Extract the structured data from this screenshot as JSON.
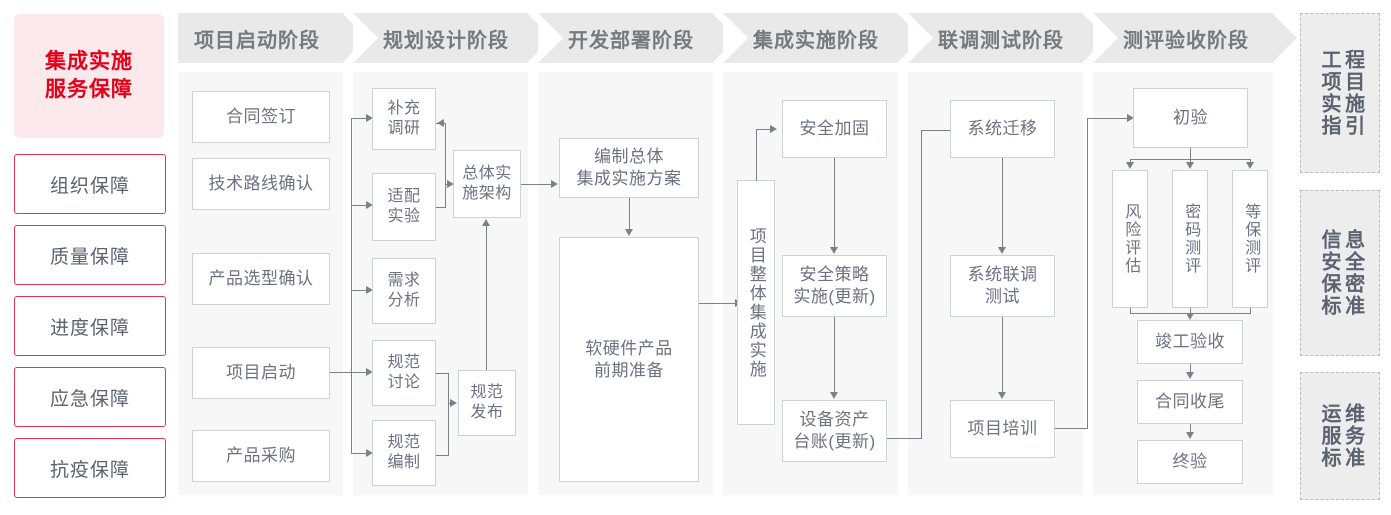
{
  "sidebar_left": {
    "title": "集成实施\n服务保障",
    "title_line1": "集成实施",
    "title_line2": "服务保障",
    "items": [
      {
        "label": "组织保障"
      },
      {
        "label": "质量保障"
      },
      {
        "label": "进度保障"
      },
      {
        "label": "应急保障"
      },
      {
        "label": "抗疫保障"
      }
    ],
    "accent_color": "#e2001a",
    "border_color": "#e2345a",
    "bg_color": "#fce9ec"
  },
  "phases": [
    {
      "label": "项目启动阶段"
    },
    {
      "label": "规划设计阶段"
    },
    {
      "label": "开发部署阶段"
    },
    {
      "label": "集成实施阶段"
    },
    {
      "label": "联调测试阶段"
    },
    {
      "label": "测评验收阶段"
    }
  ],
  "nodes": {
    "p1": [
      {
        "label": "合同签订"
      },
      {
        "label": "技术路线确认"
      },
      {
        "label": "产品选型确认"
      },
      {
        "label": "项目启动"
      },
      {
        "label": "产品采购"
      }
    ],
    "p2": [
      {
        "label": "补充\n调研",
        "l1": "补充",
        "l2": "调研"
      },
      {
        "label": "适配\n实验",
        "l1": "适配",
        "l2": "实验"
      },
      {
        "label": "需求\n分析",
        "l1": "需求",
        "l2": "分析"
      },
      {
        "label": "规范\n讨论",
        "l1": "规范",
        "l2": "讨论"
      },
      {
        "label": "规范\n编制",
        "l1": "规范",
        "l2": "编制"
      },
      {
        "label": "总体实\n施架构",
        "l1": "总体实",
        "l2": "施架构"
      },
      {
        "label": "规范\n发布",
        "l1": "规范",
        "l2": "发布"
      }
    ],
    "p3": [
      {
        "label": "编制总体\n集成实施方案",
        "l1": "编制总体",
        "l2": "集成实施方案"
      },
      {
        "label": "软硬件产品\n前期准备",
        "l1": "软硬件产品",
        "l2": "前期准备"
      }
    ],
    "p4": [
      {
        "label": "项目整体集成实施"
      },
      {
        "label": "安全加固"
      },
      {
        "label": "安全策略\n实施(更新)",
        "l1": "安全策略",
        "l2": "实施(更新)"
      },
      {
        "label": "设备资产\n台账(更新)",
        "l1": "设备资产",
        "l2": "台账(更新)"
      }
    ],
    "p5": [
      {
        "label": "系统迁移"
      },
      {
        "label": "系统联调\n测试",
        "l1": "系统联调",
        "l2": "测试"
      },
      {
        "label": "项目培训"
      }
    ],
    "p6": [
      {
        "label": "初验"
      },
      {
        "label": "风险评估"
      },
      {
        "label": "密码测评"
      },
      {
        "label": "等保测评"
      },
      {
        "label": "竣工验收"
      },
      {
        "label": "合同收尾"
      },
      {
        "label": "终验"
      }
    ]
  },
  "sidebar_right": {
    "items": [
      {
        "label": "工程项目实施指引",
        "col_right": "程目施引",
        "col_left": "工项实指"
      },
      {
        "label": "信息安全保密标准",
        "col_right": "息全密准",
        "col_left": "信安保标"
      },
      {
        "label": "运维服务标准",
        "col_right": "维务准",
        "col_left": "运服标"
      }
    ]
  }
}
